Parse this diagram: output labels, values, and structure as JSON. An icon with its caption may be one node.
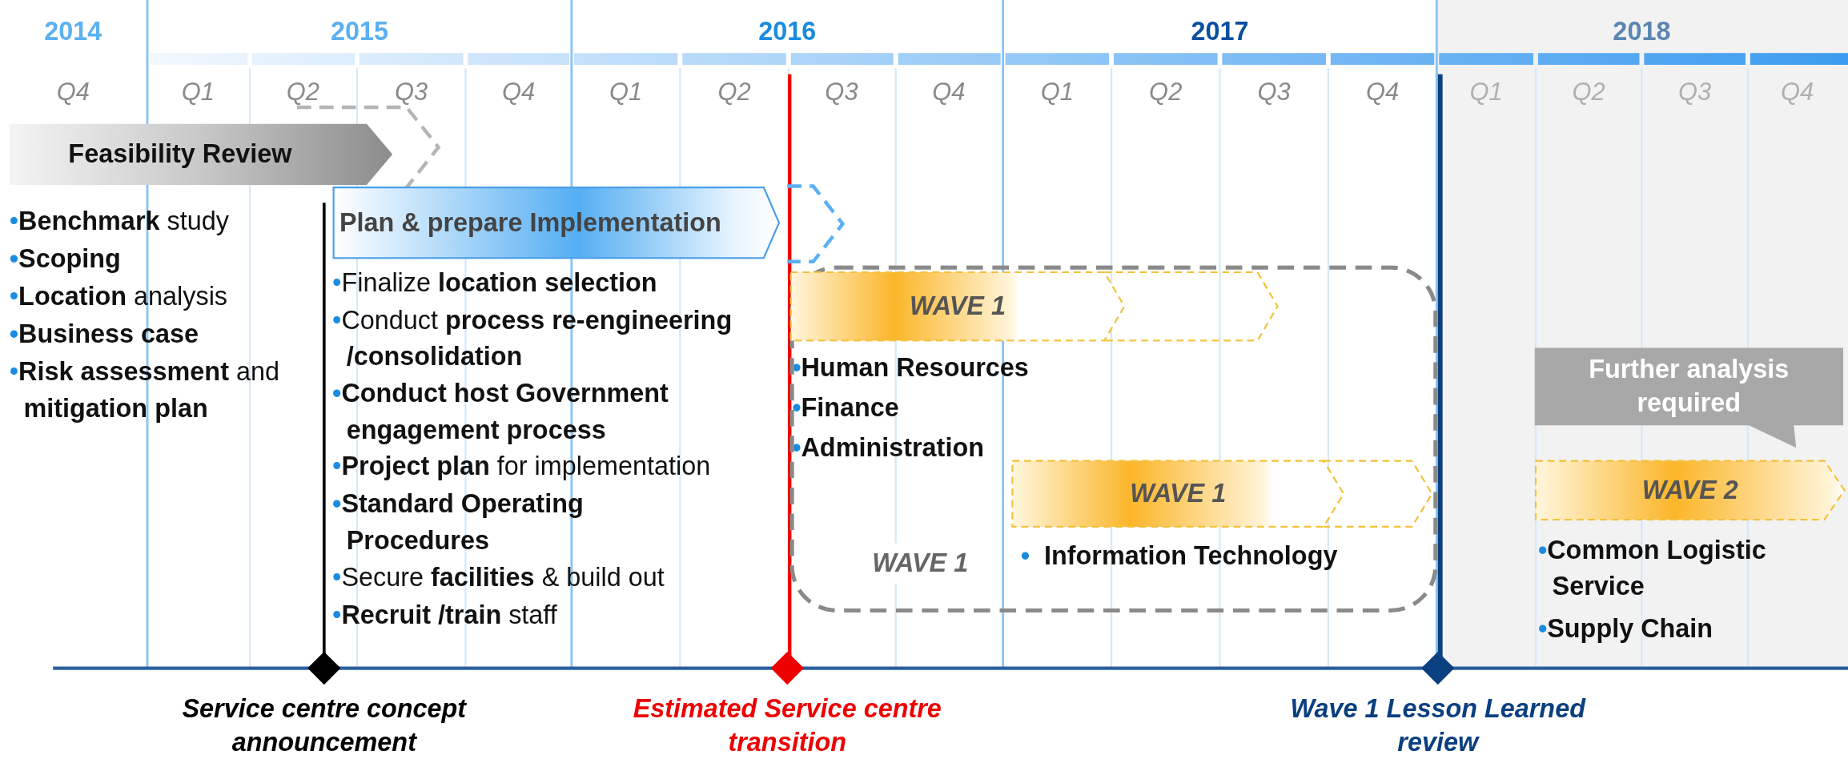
{
  "diagram": {
    "nodes": [
      {
        "text": [
          "Feasibility Review"
        ]
      },
      {
        "text": [
          "Plan & prepare Implementation"
        ]
      },
      {
        "text": [
          "WAVE 1"
        ]
      },
      {
        "text": [
          "WAVE 1"
        ],
        "in": 2
      },
      {
        "text": [
          "WAVE 1"
        ],
        "in": 2
      },
      {
        "text": [
          "Further analysis required"
        ]
      },
      {
        "text": [
          "WAVE 2"
        ]
      },
      {
        "text": [],
        "shape": "diamond",
        "beside": [
          "Service centre concept announcement"
        ]
      },
      {
        "text": [],
        "shape": "diamond",
        "beside": [
          "Estimated Service centre transition"
        ]
      },
      {
        "text": [],
        "shape": "diamond",
        "beside": [
          "Wave 1 Lesson Learned review"
        ]
      }
    ],
    "labels": [
      "2014",
      "2015",
      "2016",
      "2017",
      "2018",
      "Q4",
      "Q1",
      "Q2",
      "Q3",
      "Q4",
      "Q1",
      "Q2",
      "Q3",
      "Q4",
      "Q1",
      "Q2",
      "Q3",
      "Q4",
      "Q1",
      "Q2",
      "Q3",
      "Q4",
      "•**Benchmark** study",
      "•Scoping",
      "•**Location** analysis",
      "•Business case",
      "•**Risk assessment** and **mitigation plan**",
      "•Finalize **location selection**",
      "•Conduct **process re-engineering /consolidation**",
      "•Conduct host Government engagement process",
      "•**Project plan** for implementation",
      "•Standard Operating Procedures",
      "•Secure **facilities** & build out",
      "•**Recruit /train** staff",
      "•Human Resources",
      "•Finance",
      "•Administration",
      "•  Information Technology",
      "•Common Logistic Service",
      "•Supply Chain"
    ]
  }
}
